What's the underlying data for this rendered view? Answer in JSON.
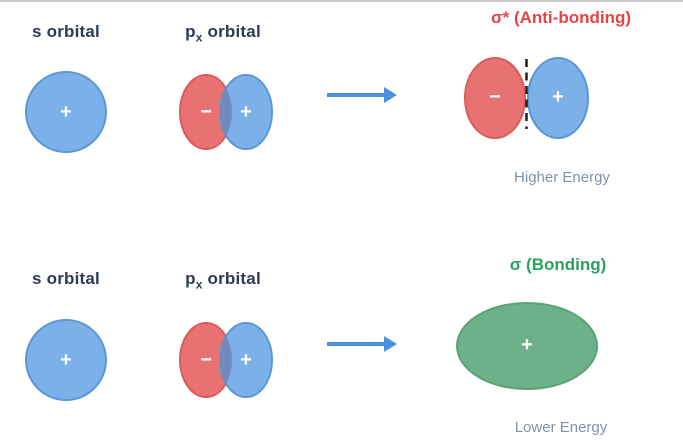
{
  "colors": {
    "blue_fill": "#7bb1e8",
    "blue_stroke": "#5c97d4",
    "red_fill": "#e87171",
    "red_stroke": "#dd5c5c",
    "overlap_fill": "#7289be",
    "green_fill": "#6cb187",
    "green_stroke": "#5aa377",
    "arrow_blue": "#4a90e0",
    "label_navy": "#2e3b55",
    "caption_slate": "#8091b0",
    "antibonding_red": "#e84343",
    "bonding_green": "#28a35c",
    "dash_black": "#1f1f1f",
    "sign_white": "#ffffff",
    "top_border_gray": "#c9c9c9"
  },
  "top_row": {
    "s_orbital_label": "s orbital",
    "p_label_base": "p",
    "p_label_sub": "x",
    "p_label_rest": " orbital",
    "title": "σ* (Anti-bonding)",
    "energy_caption": "Higher Energy",
    "signs": {
      "s_plus": "+",
      "p_minus": "−",
      "p_plus": "+",
      "result_minus": "−",
      "result_plus": "+"
    }
  },
  "bottom_row": {
    "s_orbital_label": "s orbital",
    "p_label_base": "p",
    "p_label_sub": "x",
    "p_label_rest": " orbital",
    "title": "σ (Bonding)",
    "energy_caption": "Lower Energy",
    "signs": {
      "s_plus": "+",
      "p_minus": "−",
      "p_plus": "+",
      "result_plus": "+"
    }
  }
}
